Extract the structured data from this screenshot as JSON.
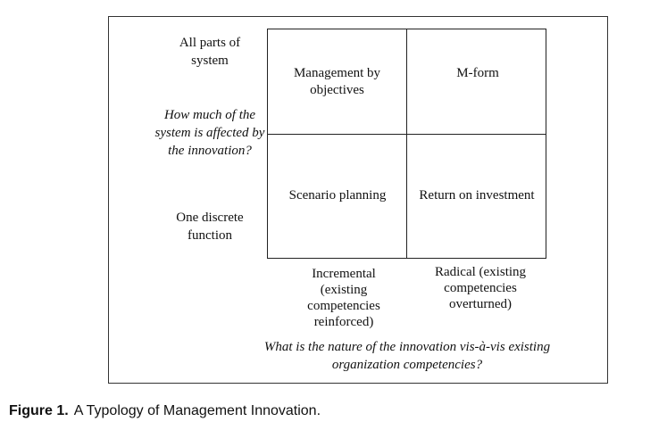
{
  "y_axis": {
    "top_label": "All parts of system",
    "question": "How much of the system is affected by the innovation?",
    "bottom_label": "One discrete function"
  },
  "quadrants": {
    "top_left": "Management by objectives",
    "top_right": "M-form",
    "bottom_left": "Scenario planning",
    "bottom_right": "Return on investment"
  },
  "x_axis": {
    "left_label": "Incremental (existing competencies reinforced)",
    "right_label": "Radical (existing competencies overturned)",
    "question": "What is the nature of the innovation vis-à-vis existing organization competencies?"
  },
  "caption": {
    "number": "Figure 1.",
    "text": "A Typology of Management Innovation."
  }
}
